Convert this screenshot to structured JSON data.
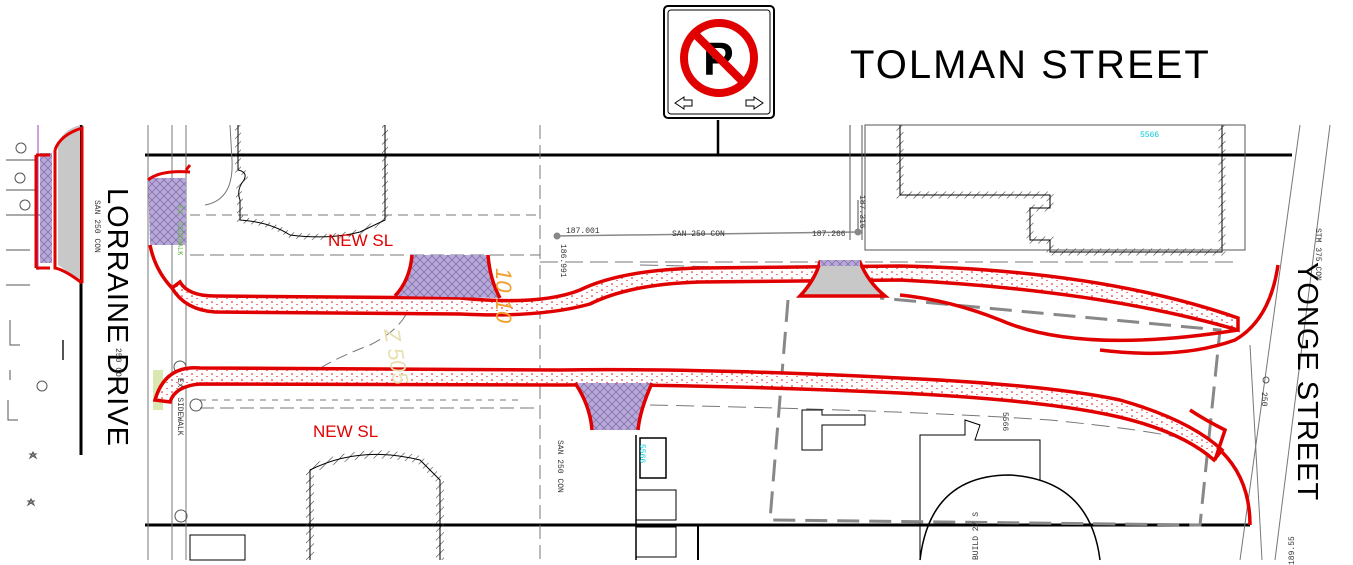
{
  "streets": {
    "top": "TOLMAN   STREET",
    "left": "LORRAINE   DRIVE",
    "right": "YONGE  STREET"
  },
  "labels": {
    "new_sl_top": "NEW SL",
    "new_sl_bottom": "NEW SL",
    "ex_sidewalk_top": "EX. SIDEWALK",
    "ex_sidewalk_bottom": "Ex. SIDEWALK",
    "san_left": "SAN 250 CON",
    "san_mid": "SAN  250  CON",
    "san_bottom": "SAN 250 CON",
    "stm_right": "STM 375 CON",
    "elev_1": "187.001",
    "elev_2": "187.266",
    "elev_3": "186.991",
    "elev_4": "187.316",
    "num_5566a": "5566",
    "num_5566b": "5566",
    "num_5566c": "5566",
    "num_250": "250",
    "num_189": "189.55",
    "bldg": "BUILD 27 S",
    "orange_1": "10 10",
    "orange_2": "Z 505",
    "left_250": "250 CO"
  },
  "sign": {
    "letter": "P",
    "meaning": "no-parking"
  },
  "colors": {
    "sidewalk_outline": "#e10000",
    "crosswalk_fill": "#a89cc8",
    "road_line": "#000000",
    "boundary_dash": "#888888"
  }
}
